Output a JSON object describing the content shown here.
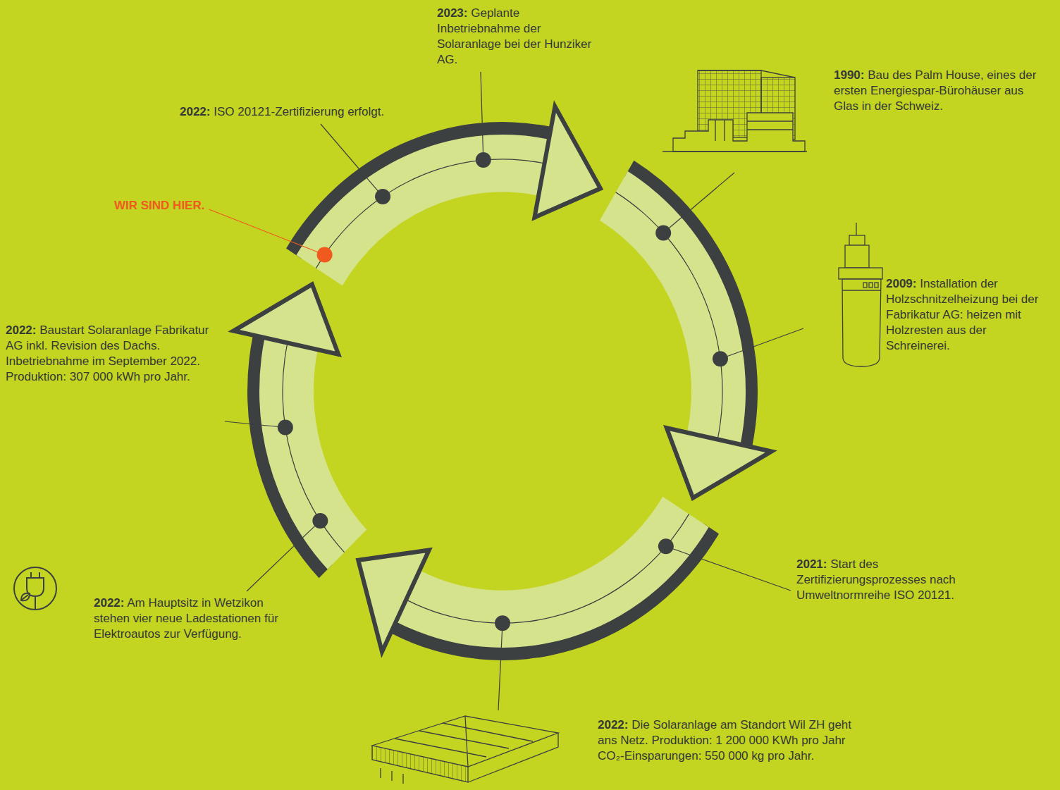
{
  "diagram": {
    "labels": [
      "2023: Geplante Inbetriebnahme der Solaranlage bei der Hunziker AG.",
      "2022: ISO 20121-Zertifizierung erfolgt.",
      "WIR SIND HIER.",
      "1990: Bau des Palm House, eines der ersten Energiespar-Bürohäuser aus Glas in der Schweiz.",
      "2009: Installation der Holzschnitzelheizung bei der Fabrikatur AG: heizen mit Holzresten aus der Schreinerei.",
      "2021: Start des Zertifizierungsprozesses nach Umweltnormreihe ISO 20121.",
      "2022: Die Solaranlage am Standort Wil ZH geht ans Netz. Produktion: 1 200 000 KWh pro Jahr CO₂-Einsparungen: 550 000 kg pro Jahr.",
      "2022: Am Hauptsitz in Wetzikon stehen vier neue Ladestationen für Elektroautos zur Verfügung.",
      "2022: Baustart Solaranlage Fabrikatur AG inkl. Revision des Dachs. Inbetriebnahme im September 2022. Produktion: 307 000 kWh pro Jahr."
    ]
  }
}
